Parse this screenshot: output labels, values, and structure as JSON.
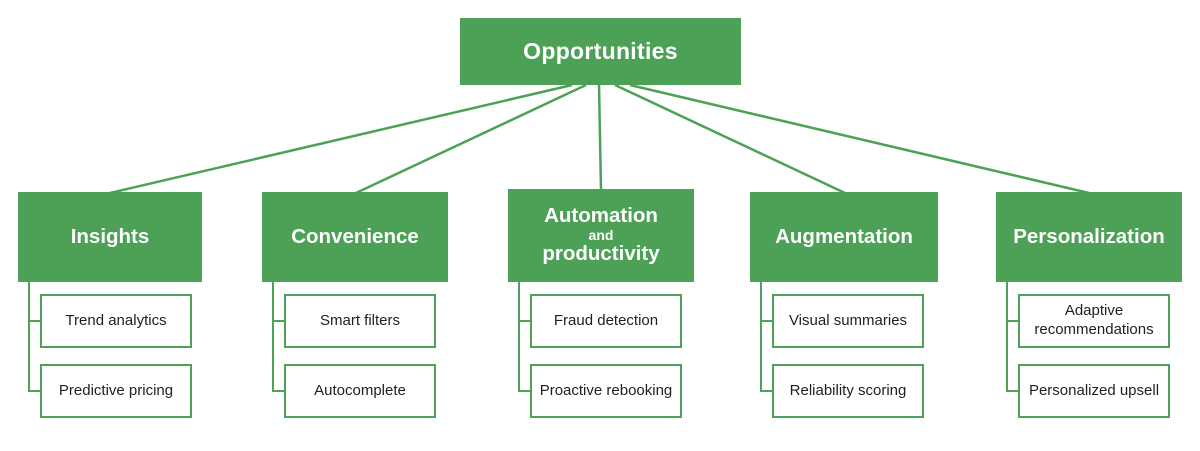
{
  "diagram": {
    "root": {
      "label": "Opportunities"
    },
    "categories": [
      {
        "label": "Insights",
        "children": [
          "Trend analytics",
          "Predictive pricing"
        ]
      },
      {
        "label": "Convenience",
        "children": [
          "Smart filters",
          "Autocomplete"
        ]
      },
      {
        "label_lines": [
          "Automation",
          "and",
          "productivity"
        ],
        "children": [
          "Fraud detection",
          "Proactive rebooking"
        ]
      },
      {
        "label": "Augmentation",
        "children": [
          "Visual summaries",
          "Reliability scoring"
        ]
      },
      {
        "label": "Personalization",
        "children": [
          "Adaptive recommendations",
          "Personalized upsell"
        ]
      }
    ],
    "colors": {
      "accent_green": "#4DA156",
      "background": "#FFFFFF",
      "leaf_text": "#1F1F1F"
    }
  }
}
